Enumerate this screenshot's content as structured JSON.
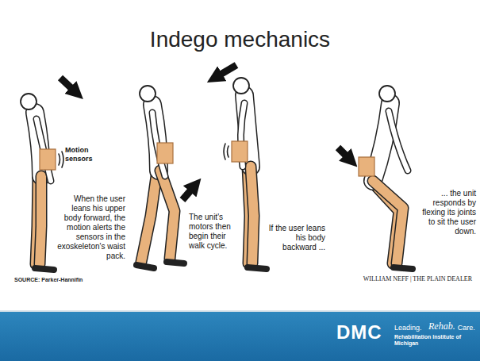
{
  "diagram": {
    "title": "Indego mechanics",
    "labels": [
      "Motion sensors",
      "When the user leans his upper body forward, the motion alerts the sensors in the exoskeleton's waist pack.",
      "The unit's motors then begin their walk cycle.",
      "If the user leans his body backward ...",
      "... the unit responds by flexing its joints to sit the user down.",
      "SOURCE: Parker-Hannifin",
      "WILLIAM NEFF | THE PLAIN DEALER",
      "DMC",
      "Leading.",
      "Rehab.",
      "Care.",
      "Rehabilitation Institute of Michigan"
    ]
  }
}
